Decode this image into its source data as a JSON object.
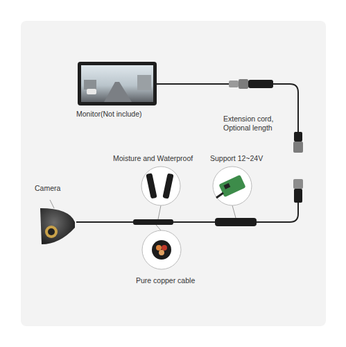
{
  "diagram": {
    "labels": [
      "Monitor(Not include)",
      "Extension cord, Optional length",
      "Moisture and Waterproof",
      "Support 12~24V",
      "Camera",
      "Pure copper cable"
    ]
  }
}
